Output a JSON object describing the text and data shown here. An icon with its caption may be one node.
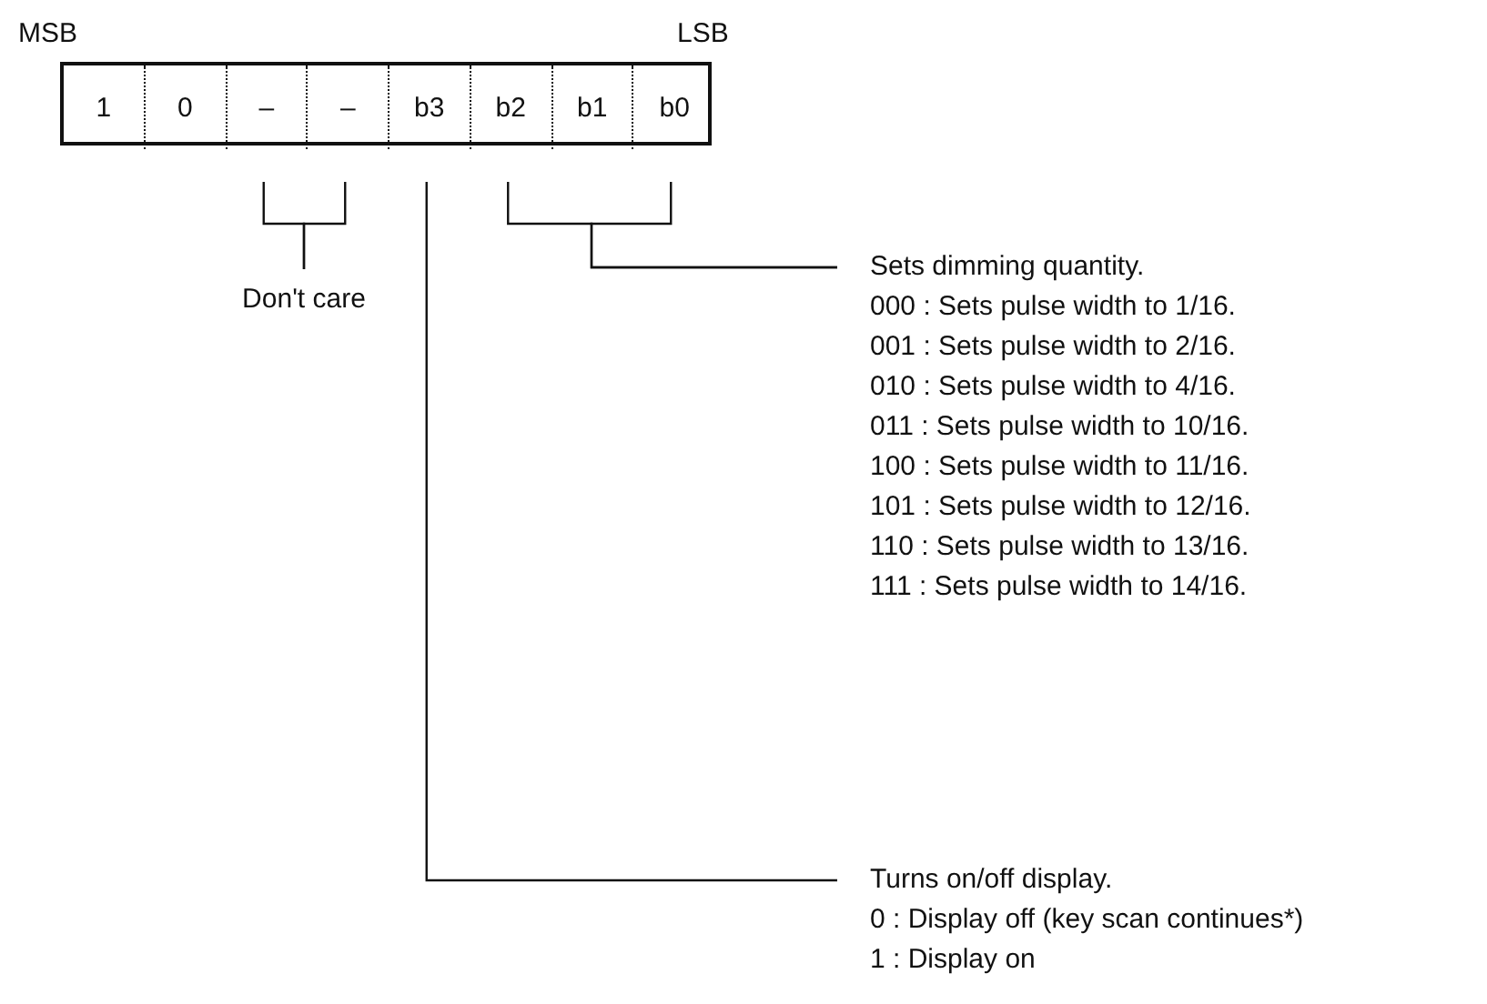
{
  "diagram": {
    "nodes": [
      {
        "text": [],
        "shape": "box"
      },
      {
        "text": [
          "1"
        ],
        "in": 0
      },
      {
        "text": [
          "0"
        ],
        "in": 0
      },
      {
        "text": [
          "–"
        ],
        "in": 0
      },
      {
        "text": [
          "–"
        ],
        "in": 0
      },
      {
        "text": [
          "b3"
        ],
        "in": 0
      },
      {
        "text": [
          "b2"
        ],
        "in": 0
      },
      {
        "text": [
          "b1"
        ],
        "in": 0
      },
      {
        "text": [
          "b0"
        ],
        "in": 0
      },
      {
        "text": [
          "Don't care"
        ]
      },
      {
        "text": [
          "Sets dimming quantity.",
          "000 : Sets pulse width to 1/16.",
          "001 : Sets pulse width to 2/16.",
          "010 : Sets pulse width to 4/16.",
          "011 : Sets pulse width to 10/16.",
          "100 : Sets pulse width to 11/16.",
          "101 : Sets pulse width to 12/16.",
          "110 : Sets pulse width to 13/16.",
          "111 : Sets pulse width to 14/16."
        ]
      },
      {
        "text": [
          "Turns on/off display.",
          "0 : Display off (key scan continues*)",
          "1 : Display on"
        ]
      }
    ],
    "edges": [
      {
        "from": 3,
        "to": 9,
        "arrow": "none"
      },
      {
        "from": 4,
        "to": 9,
        "arrow": "none"
      },
      {
        "from": 5,
        "to": 11,
        "arrow": "none"
      },
      {
        "from": 6,
        "to": 10,
        "arrow": "none"
      },
      {
        "from": 8,
        "to": 10,
        "arrow": "none"
      }
    ],
    "labels": [
      "MSB",
      "LSB"
    ]
  }
}
